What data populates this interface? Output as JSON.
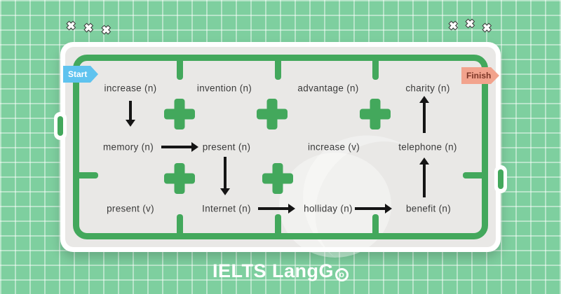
{
  "colors": {
    "background_green": "#7ecf9f",
    "board_white": "#ffffff",
    "board_inner_gray": "#e9e8e6",
    "maze_green": "#43a85c",
    "start_blue": "#5fc3ef",
    "finish_salmon": "#f2a38d",
    "arrow_black": "#151515",
    "word_text": "#3a3a3a",
    "logo_white": "#ffffff"
  },
  "icons": {
    "plus_icon": "✚",
    "x_mark_icon": "✖"
  },
  "decorations": {
    "x_left": [
      "✖",
      "✖",
      "✖"
    ],
    "x_right": [
      "✖",
      "✖",
      "✖"
    ]
  },
  "labels": {
    "start": "Start",
    "finish": "Finish"
  },
  "grid": {
    "rows": [
      {
        "cells": [
          "increase (n)",
          "invention (n)",
          "advantage (n)",
          "charity (n)"
        ]
      },
      {
        "cells": [
          "memory (n)",
          "present (n)",
          "increase (v)",
          "telephone (n)"
        ]
      },
      {
        "cells": [
          "present (v)",
          "Internet (n)",
          "holliday (n)",
          "benefit (n)"
        ]
      }
    ]
  },
  "path_arrows": [
    {
      "from": "increase (n)",
      "to": "memory (n)",
      "direction": "down"
    },
    {
      "from": "memory (n)",
      "to": "present (n)",
      "direction": "right"
    },
    {
      "from": "present (n)",
      "to": "Internet (n)",
      "direction": "down"
    },
    {
      "from": "Internet (n)",
      "to": "holliday (n)",
      "direction": "right"
    },
    {
      "from": "holliday (n)",
      "to": "benefit (n)",
      "direction": "right"
    },
    {
      "from": "benefit (n)",
      "to": "telephone (n)",
      "direction": "up"
    },
    {
      "from": "telephone (n)",
      "to": "charity (n)",
      "direction": "up"
    }
  ],
  "logo": {
    "part1": "IELTS LangG",
    "part2": "o",
    "full": "IELTS LangGo"
  }
}
